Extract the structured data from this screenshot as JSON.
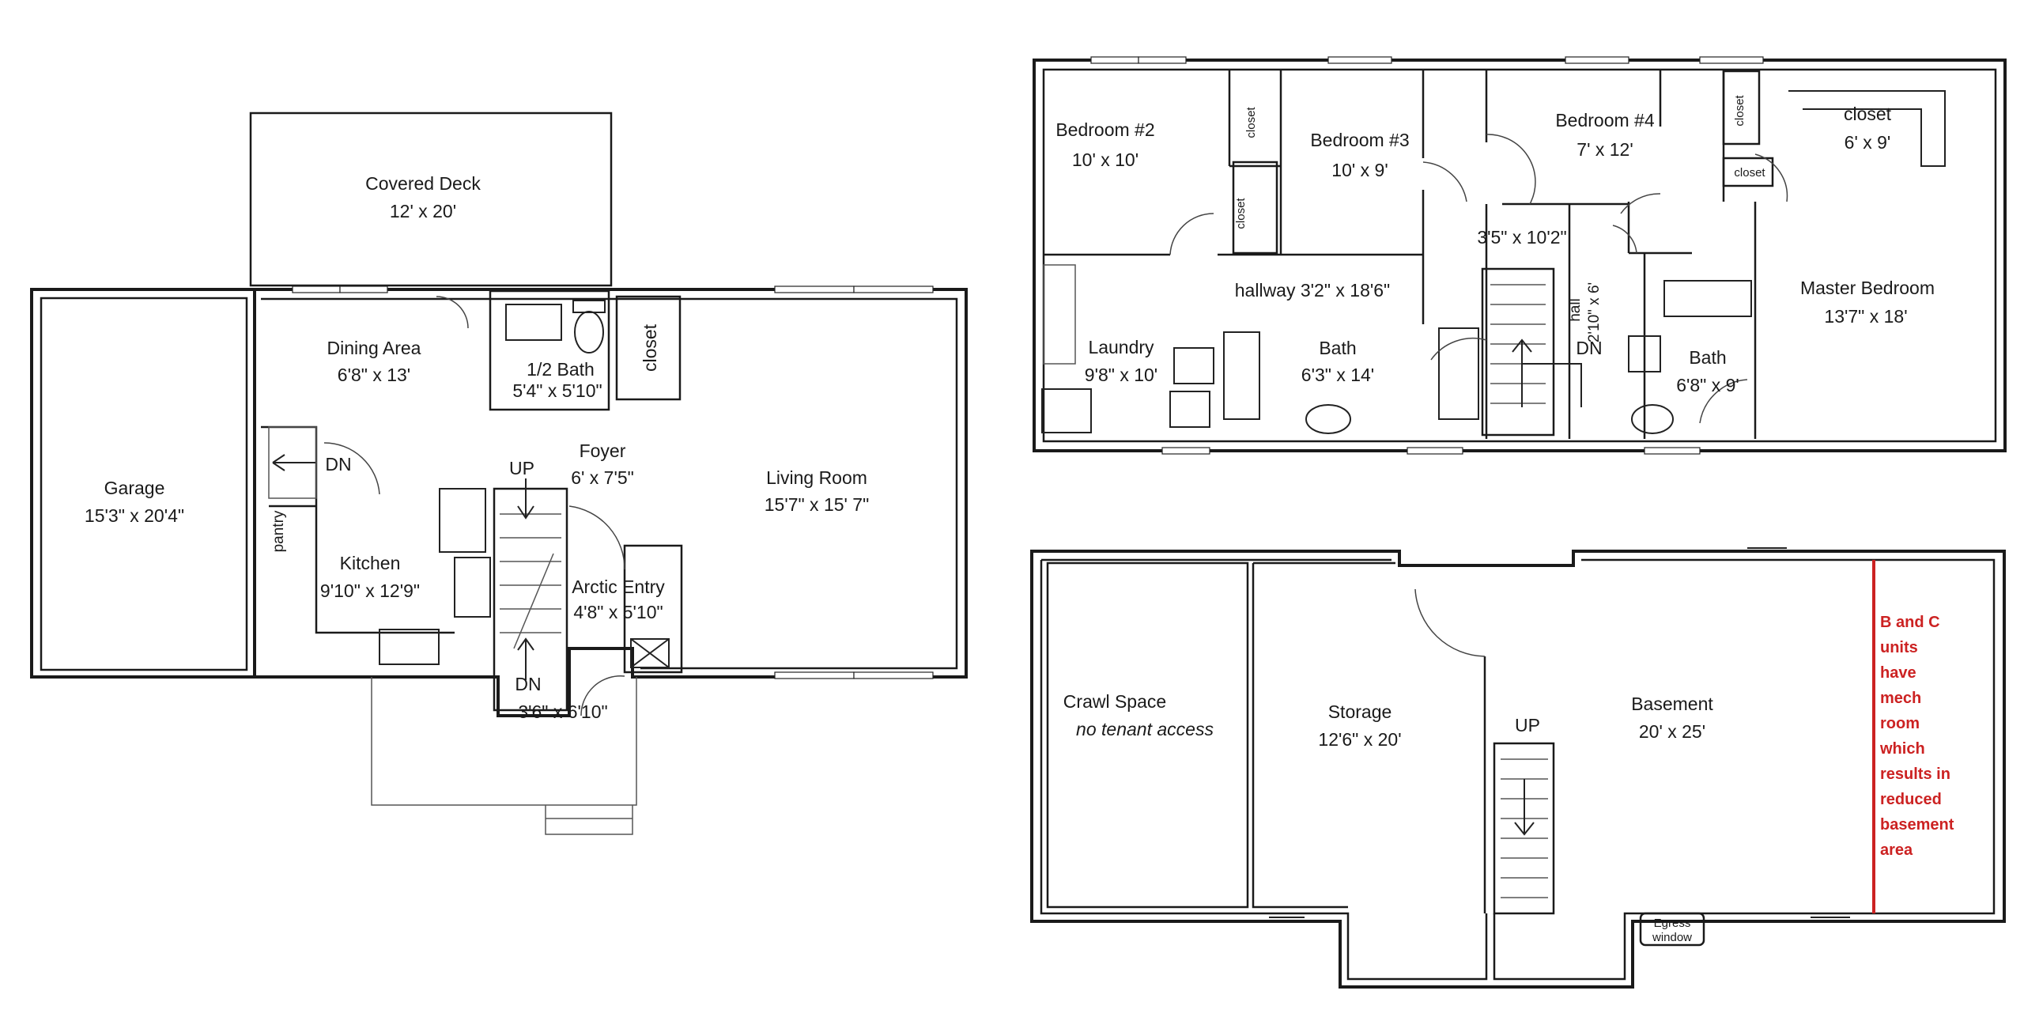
{
  "main_floor": {
    "covered_deck": {
      "name": "Covered Deck",
      "size": "12' x 20'"
    },
    "dining": {
      "name": "Dining Area",
      "size": "6'8\" x 13'"
    },
    "half_bath": {
      "name": "1/2 Bath",
      "size": "5'4\" x 5'10\""
    },
    "closet": "closet",
    "garage": {
      "name": "Garage",
      "size": "15'3\" x 20'4\""
    },
    "kitchen": {
      "name": "Kitchen",
      "size": "9'10\" x 12'9\""
    },
    "pantry": "pantry",
    "foyer": {
      "name": "Foyer",
      "size": "6' x 7'5\""
    },
    "living": {
      "name": "Living Room",
      "size": "15'7\" x 15' 7\""
    },
    "arctic_entry": {
      "name": "Arctic Entry",
      "size": "4'8\" x 5'10\""
    },
    "stair_landing_size": "3'6\" x 6'10\"",
    "up": "UP",
    "dn": "DN"
  },
  "upper_floor": {
    "bedroom2": {
      "name": "Bedroom #2",
      "size": "10' x 10'"
    },
    "bedroom3": {
      "name": "Bedroom #3",
      "size": "10' x 9'"
    },
    "bedroom4": {
      "name": "Bedroom #4",
      "size": "7' x 12'"
    },
    "master_closet": {
      "name": "closet",
      "size": "6' x 9'"
    },
    "closet": "closet",
    "landing_size": "3'5\" x 10'2\"",
    "hallway": "hallway  3'2\" x 18'6\"",
    "hall": {
      "name": "hall",
      "size": "2'10\" x 6'"
    },
    "master": {
      "name": "Master Bedroom",
      "size": "13'7\" x 18'"
    },
    "laundry": {
      "name": "Laundry",
      "size": "9'8\" x 10'"
    },
    "bath": {
      "name": "Bath",
      "size": "6'3\" x 14'"
    },
    "master_bath": {
      "name": "Bath",
      "size": "6'8\" x 9'"
    },
    "dn": "DN"
  },
  "basement_floor": {
    "crawl": {
      "name": "Crawl Space",
      "note": "no tenant access"
    },
    "storage": {
      "name": "Storage",
      "size": "12'6\" x 20'"
    },
    "basement": {
      "name": "Basement",
      "size": "20' x 25'"
    },
    "up": "UP",
    "egress": [
      "Egress",
      "window"
    ],
    "red_note": [
      "B and C",
      "units",
      "have",
      "mech",
      "room",
      "which",
      "results in",
      "reduced",
      "basement",
      "area"
    ]
  },
  "colors": {
    "wall": "#1a1a1a",
    "note": "#cc2222"
  }
}
